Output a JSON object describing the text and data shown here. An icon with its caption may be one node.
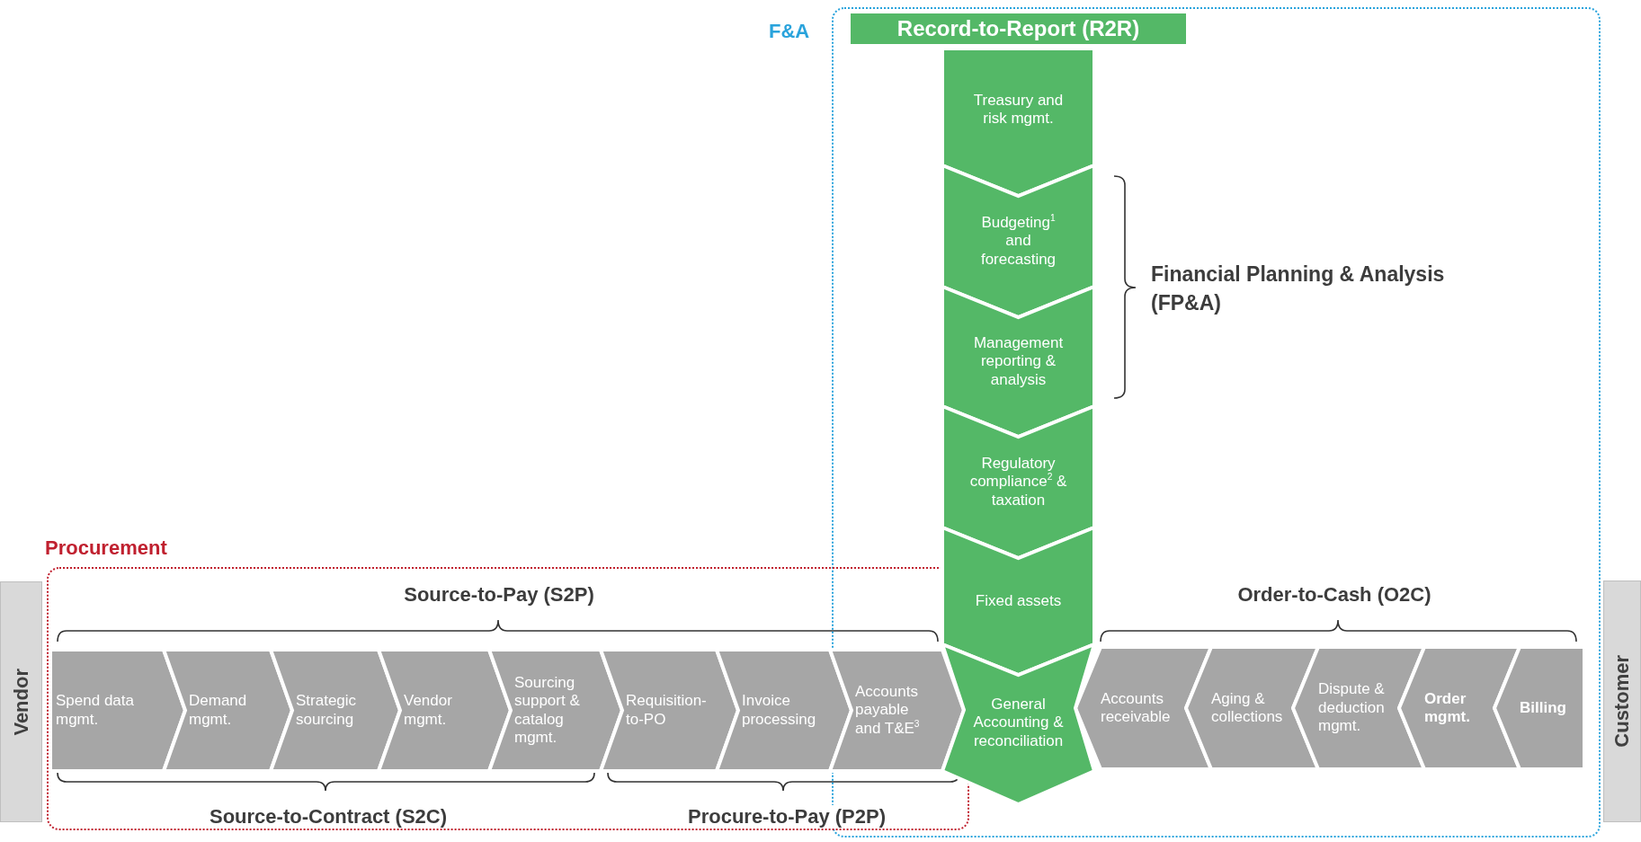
{
  "diagram": {
    "nodes": [
      {
        "text": [
          "F&A"
        ]
      },
      {
        "text": [
          "Record-to-Report (R2R)"
        ],
        "in": 0
      },
      {
        "text": [
          "Treasury and risk mgmt."
        ],
        "in": 0
      },
      {
        "text": [
          "Budgeting$^{1}$ and forecasting"
        ],
        "in": 0
      },
      {
        "text": [
          "Management reporting & analysis"
        ],
        "in": 0
      },
      {
        "text": [
          "Regulatory compliance$^{2}$ & taxation"
        ],
        "in": 0
      },
      {
        "text": [
          "Fixed assets"
        ],
        "in": 0
      },
      {
        "text": [
          "Procurement"
        ]
      },
      {
        "text": [
          "Vendor"
        ]
      },
      {
        "text": [
          "Spend data mgmt."
        ],
        "in": 7
      },
      {
        "text": [
          "Demand mgmt."
        ],
        "in": 7
      },
      {
        "text": [
          "Strategic sourcing"
        ],
        "in": 7
      },
      {
        "text": [
          "Vendor mgmt."
        ],
        "in": 7
      },
      {
        "text": [
          "Sourcing support & catalog mgmt."
        ],
        "in": 7
      },
      {
        "text": [
          "Requisition-to-PO"
        ],
        "in": 7
      },
      {
        "text": [
          "Invoice processing"
        ],
        "in": 7
      },
      {
        "text": [
          "Accounts payable and T&E$^{3}$"
        ]
      },
      {
        "text": [
          "General Accounting & reconciliation"
        ],
        "in": 0
      },
      {
        "text": [
          "Accounts receivable"
        ],
        "in": 0
      },
      {
        "text": [
          "Aging & collections"
        ],
        "in": 0
      },
      {
        "text": [
          "Dispute & deduction mgmt."
        ],
        "in": 0
      },
      {
        "text": [
          "Order mgmt."
        ],
        "in": 0
      },
      {
        "text": [
          "Billing"
        ],
        "in": 0
      },
      {
        "text": [
          "Customer"
        ]
      }
    ],
    "labels": [
      "Financial Planning & Analysis (FP&A)",
      "Source-to-Pay (S2P)",
      "Order-to-Cash (O2C)",
      "Source-to-Contract (S2C)",
      "Procure-to-Pay (P2P)"
    ]
  }
}
